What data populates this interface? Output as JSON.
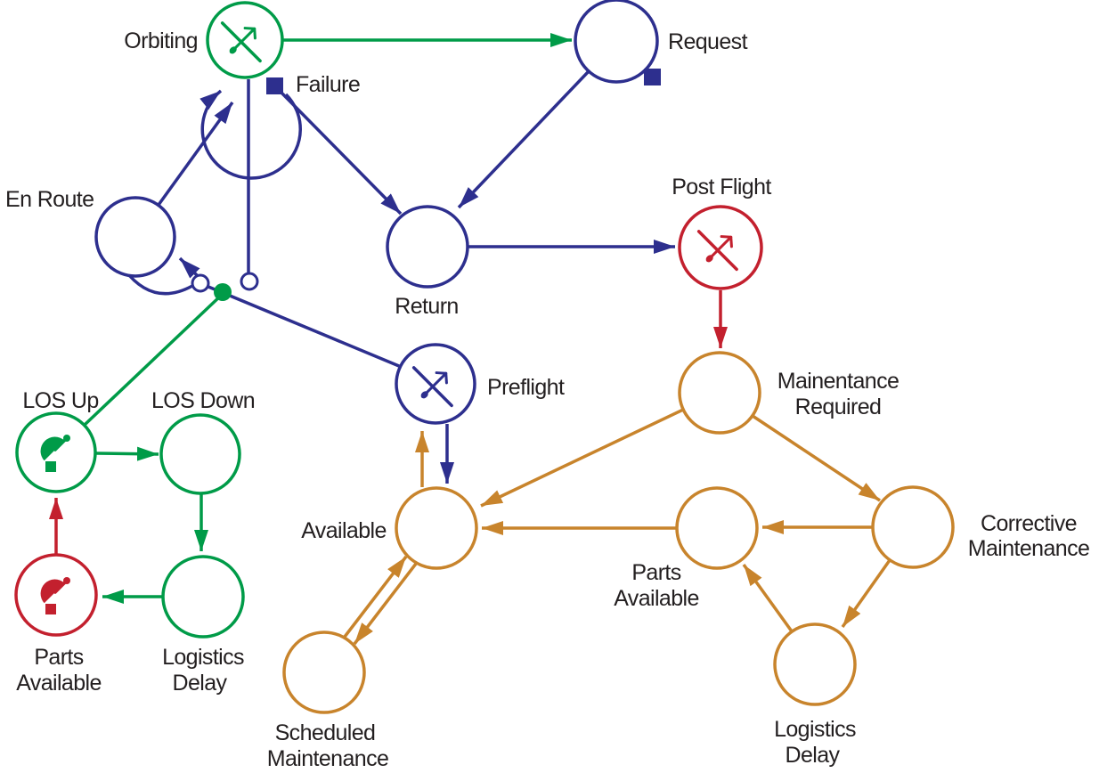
{
  "figure": {
    "type": "state-transition-diagram",
    "colors": {
      "flight_blue": "#2D2F8E",
      "comms_green": "#009B48",
      "alert_red": "#C3202E",
      "maintenance_orange": "#C8842C",
      "label_text": "#231F20"
    }
  },
  "nodes": {
    "orbiting": {
      "label": "Orbiting",
      "icon": "uav-aircraft-icon",
      "color": "green"
    },
    "request": {
      "label": "Request",
      "color": "navy"
    },
    "failure": {
      "label": "Failure",
      "marker": "filled-square",
      "color": "navy"
    },
    "en_route": {
      "label": "En Route",
      "color": "navy"
    },
    "return": {
      "label": "Return",
      "color": "navy"
    },
    "post_flight": {
      "label": "Post Flight",
      "icon": "uav-aircraft-icon",
      "color": "red"
    },
    "preflight": {
      "label": "Preflight",
      "icon": "uav-aircraft-icon",
      "color": "navy"
    },
    "maintenance_required": {
      "line1": "Mainentance",
      "line2": "Required",
      "color": "orange"
    },
    "available": {
      "label": "Available",
      "color": "orange"
    },
    "corrective_maintenance": {
      "line1": "Corrective",
      "line2": "Maintenance",
      "color": "orange"
    },
    "parts_available_maint": {
      "line1": "Parts",
      "line2": "Available",
      "color": "orange"
    },
    "logistics_delay_maint": {
      "line1": "Logistics",
      "line2": "Delay",
      "color": "orange"
    },
    "scheduled_maintenance": {
      "line1": "Scheduled",
      "line2": "Maintenance",
      "color": "orange"
    },
    "los_up": {
      "label": "LOS Up",
      "icon": "satellite-dish-icon",
      "color": "green"
    },
    "los_down": {
      "label": "LOS Down",
      "color": "green"
    },
    "parts_available_los": {
      "line1": "Parts",
      "line2": "Available",
      "icon": "satellite-dish-icon",
      "color": "red"
    },
    "logistics_delay_los": {
      "line1": "Logistics",
      "line2": "Delay",
      "color": "green"
    }
  },
  "edges": [
    {
      "from": "En Route",
      "to": "Orbiting",
      "color": "navy"
    },
    {
      "from": "Orbiting",
      "to": "Orbiting",
      "color": "navy",
      "type": "self-loop"
    },
    {
      "from": "Orbiting",
      "to": "Request",
      "color": "green"
    },
    {
      "from": "Orbiting",
      "to": "junction",
      "color": "navy",
      "type": "plain-line-to-open-circle"
    },
    {
      "from": "Request",
      "to": "Return",
      "color": "navy"
    },
    {
      "from": "Failure",
      "to": "Return",
      "color": "navy"
    },
    {
      "from": "Return",
      "to": "Post Flight",
      "color": "navy"
    },
    {
      "from": "Post Flight",
      "to": "Mainentance Required",
      "color": "red"
    },
    {
      "from": "Mainentance Required",
      "to": "Available",
      "color": "orange"
    },
    {
      "from": "Mainentance Required",
      "to": "Corrective Maintenance",
      "color": "orange"
    },
    {
      "from": "Corrective Maintenance",
      "to": "Parts Available",
      "color": "orange"
    },
    {
      "from": "Corrective Maintenance",
      "to": "Logistics Delay",
      "color": "orange"
    },
    {
      "from": "Logistics Delay",
      "to": "Parts Available",
      "color": "orange"
    },
    {
      "from": "Parts Available",
      "to": "Available",
      "color": "orange"
    },
    {
      "from": "Available",
      "to": "Scheduled Maintenance",
      "color": "orange"
    },
    {
      "from": "Scheduled Maintenance",
      "to": "Available",
      "color": "orange"
    },
    {
      "from": "Available",
      "to": "Preflight",
      "color": "orange"
    },
    {
      "from": "Preflight",
      "to": "Available",
      "color": "navy"
    },
    {
      "from": "Preflight",
      "to": "En Route",
      "color": "navy"
    },
    {
      "from": "junction",
      "to": "LOS Up",
      "color": "green"
    },
    {
      "from": "LOS Up",
      "to": "LOS Down",
      "color": "green"
    },
    {
      "from": "LOS Down",
      "to": "Logistics Delay (LOS)",
      "color": "green"
    },
    {
      "from": "Logistics Delay (LOS)",
      "to": "Parts Available (LOS)",
      "color": "green"
    },
    {
      "from": "Parts Available (LOS)",
      "to": "LOS Up",
      "color": "red"
    }
  ]
}
